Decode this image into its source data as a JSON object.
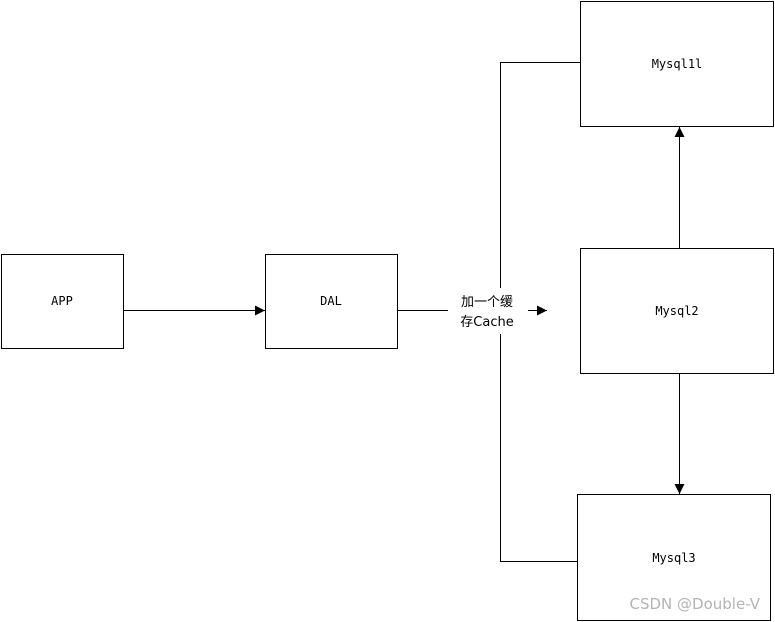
{
  "nodes": {
    "app": "APP",
    "dal": "DAL",
    "mysql1": "Mysql1l",
    "mysql2": "Mysql2",
    "mysql3": "Mysql3"
  },
  "edges": {
    "cache_label_line1": "加一个缓",
    "cache_label_line2": "存Cache"
  },
  "watermark": "CSDN @Double-V",
  "colors": {
    "stroke": "#000000",
    "background": "#ffffff",
    "watermark": "#b4b4b4"
  }
}
